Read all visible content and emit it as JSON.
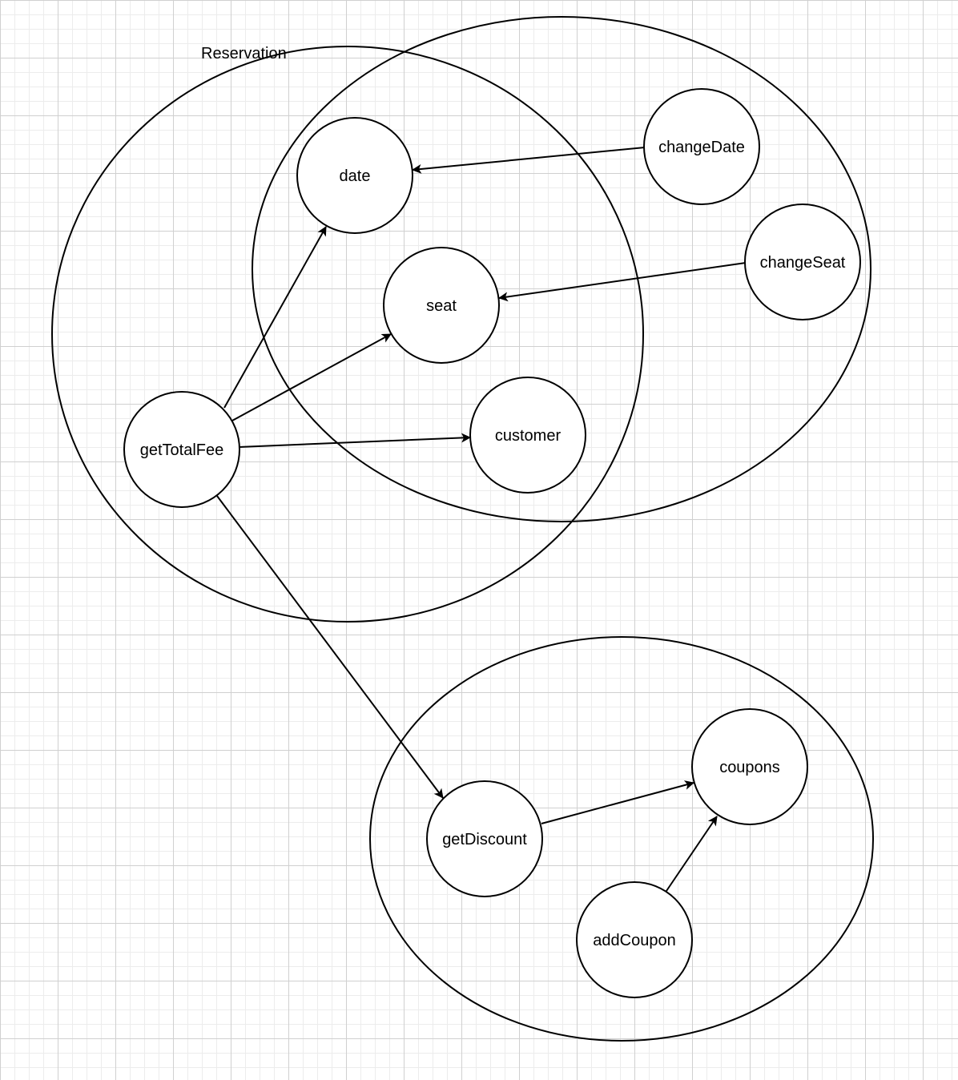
{
  "diagram": {
    "region_label": "Reservation",
    "nodes": {
      "date": "date",
      "changeDate": "changeDate",
      "seat": "seat",
      "changeSeat": "changeSeat",
      "customer": "customer",
      "getTotalFee": "getTotalFee",
      "coupons": "coupons",
      "getDiscount": "getDiscount",
      "addCoupon": "addCoupon"
    }
  }
}
